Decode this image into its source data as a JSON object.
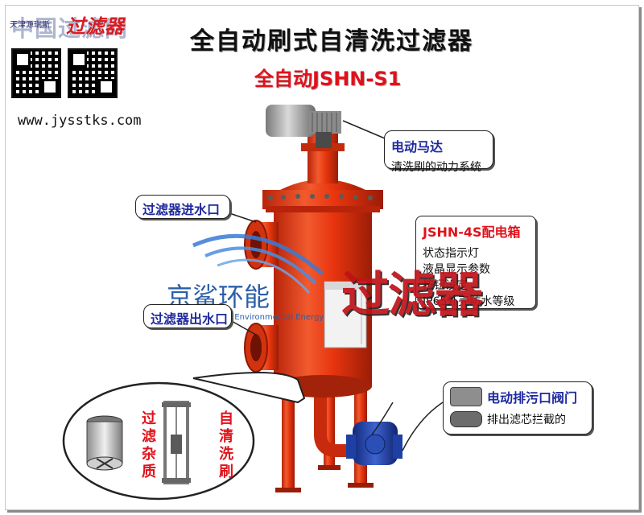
{
  "header": {
    "title": "全自动刷式自清洗过滤器",
    "subtitle": "全自动JSHN-S1",
    "website": "www.jysstks.com",
    "watermark_top": "中国过滤网",
    "logo_small": "天津源瑞斯",
    "logo_red": "过滤器"
  },
  "brand": {
    "name": "京鲨环能",
    "english": "Jingsha Environmental Energy"
  },
  "callouts": {
    "motor": {
      "title": "电动马达",
      "desc": "清洗刷的动力系统"
    },
    "inlet": {
      "title": "过滤器进水口"
    },
    "outlet": {
      "title": "过滤器出水口"
    },
    "control_box": {
      "title": "JSHN-4S配电箱",
      "items": [
        "状态指示灯",
        "液晶显示参数",
        "按钮设定",
        "IP65外壳防水等级"
      ]
    },
    "valve": {
      "title": "电动排污口阀门",
      "desc": "排出滤芯拦截的"
    }
  },
  "detail": {
    "label_left": [
      "过",
      "滤",
      "杂",
      "质"
    ],
    "label_right": [
      "自",
      "清",
      "洗",
      "刷"
    ]
  },
  "big_watermark": "过滤器",
  "colors": {
    "vessel": "#e8350f",
    "motor": "#9a9a9a",
    "valve": "#1e3fa3",
    "accent": "#e0111a",
    "callout_title": "#1f2a9e"
  }
}
